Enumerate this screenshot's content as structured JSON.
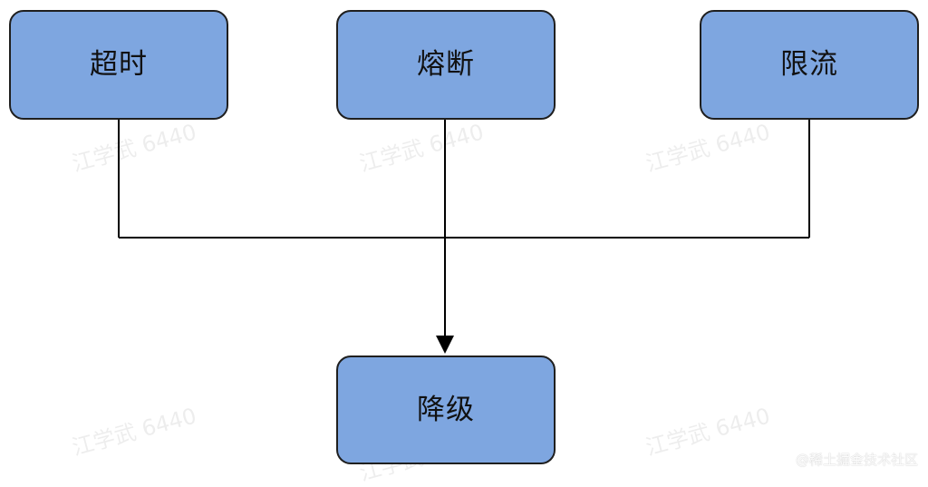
{
  "diagram": {
    "nodes": {
      "timeout": "超时",
      "circuit_breaker": "熔断",
      "rate_limit": "限流",
      "degradation": "降级"
    },
    "watermark": "江学武 6440",
    "credit": "@稀土掘金技术社区"
  },
  "colors": {
    "node_fill": "#7ea6e0",
    "node_stroke": "#1f1f1f",
    "connector": "#000000"
  }
}
